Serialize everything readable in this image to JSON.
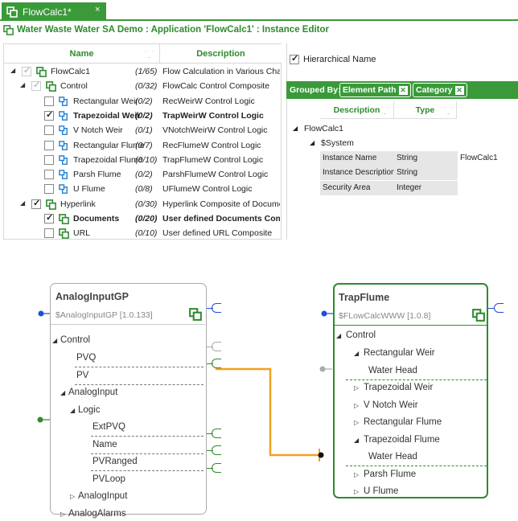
{
  "tab": {
    "title": "FlowCalc1*",
    "close": "×"
  },
  "editor": {
    "title": "Water Waste Water SA Demo : Application 'FlowCalc1' : Instance Editor"
  },
  "left_table": {
    "headers": {
      "name": "Name",
      "description": "Description"
    },
    "rows": [
      {
        "name": "FlowCalc1",
        "count": "(1/65)",
        "desc": "Flow Calculation in Various Channe",
        "bold": false
      },
      {
        "name": "Control",
        "count": "(0/32)",
        "desc": "FlowCalc Control Composite",
        "bold": false
      },
      {
        "name": "Rectangular Weir",
        "count": "(0/2)",
        "desc": "RecWeirW Control Logic",
        "bold": false
      },
      {
        "name": "Trapezoidal Weir",
        "count": "(0/2)",
        "desc": "TrapWeirW Control Logic",
        "bold": true
      },
      {
        "name": "V Notch Weir",
        "count": "(0/1)",
        "desc": "VNotchWeirW  Control Logic",
        "bold": false
      },
      {
        "name": "Rectangular Flume",
        "count": "(0/7)",
        "desc": "RecFlumeW Control Logic",
        "bold": false
      },
      {
        "name": "Trapezoidal Flume",
        "count": "(0/10)",
        "desc": "TrapFlumeW Control Logic",
        "bold": false
      },
      {
        "name": "Parsh Flume",
        "count": "(0/2)",
        "desc": "ParshFlumeW Control Logic",
        "bold": false
      },
      {
        "name": "U Flume",
        "count": "(0/8)",
        "desc": "UFlumeW Control Logic",
        "bold": false
      },
      {
        "name": "Hyperlink",
        "count": "(0/30)",
        "desc": "Hyperlink Composite of Documents",
        "bold": false
      },
      {
        "name": "Documents",
        "count": "(0/20)",
        "desc": "User defined Documents Compo",
        "bold": true
      },
      {
        "name": "URL",
        "count": "(0/10)",
        "desc": "User defined URL Composite",
        "bold": false
      }
    ]
  },
  "right_pane": {
    "hierarchical_label": "Hierarchical Name",
    "grouped_by_label": "Grouped By:",
    "chips": [
      "Element Path",
      "Category"
    ],
    "headers": {
      "description": "Description",
      "type": "Type"
    },
    "tree": {
      "root": "FlowCalc1",
      "group": "$System"
    },
    "props": [
      {
        "name": "Instance Name",
        "type": "String",
        "value": "FlowCalc1"
      },
      {
        "name": "Instance Description",
        "type": "String",
        "value": ""
      },
      {
        "name": "Security Area",
        "type": "Integer",
        "value": ""
      }
    ]
  },
  "diagram": {
    "left_node": {
      "title": "AnalogInputGP",
      "subtitle": "$AnalogInputGP  [1.0.133]",
      "rows": [
        "Control",
        "PVQ",
        "PV",
        "AnalogInput",
        "Logic",
        "ExtPVQ",
        "Name",
        "PVRanged",
        "PVLoop",
        "AnalogInput",
        "AnalogAlarms"
      ]
    },
    "right_node": {
      "title": "TrapFlume",
      "subtitle": "$FLowCalcWWW [1.0.8]",
      "rows": [
        "Control",
        "Rectangular Weir",
        "Water Head",
        "Trapezoidal Weir",
        "V Notch Weir",
        "Rectangular Flume",
        "Trapezoidal Flume",
        "Water Head",
        "Parsh Flume",
        "U Flume"
      ]
    },
    "colors": {
      "green": "#2e8b2e",
      "link": "#f0a020",
      "blue": "#1f4fd1",
      "grey": "#aaaaaa"
    }
  }
}
